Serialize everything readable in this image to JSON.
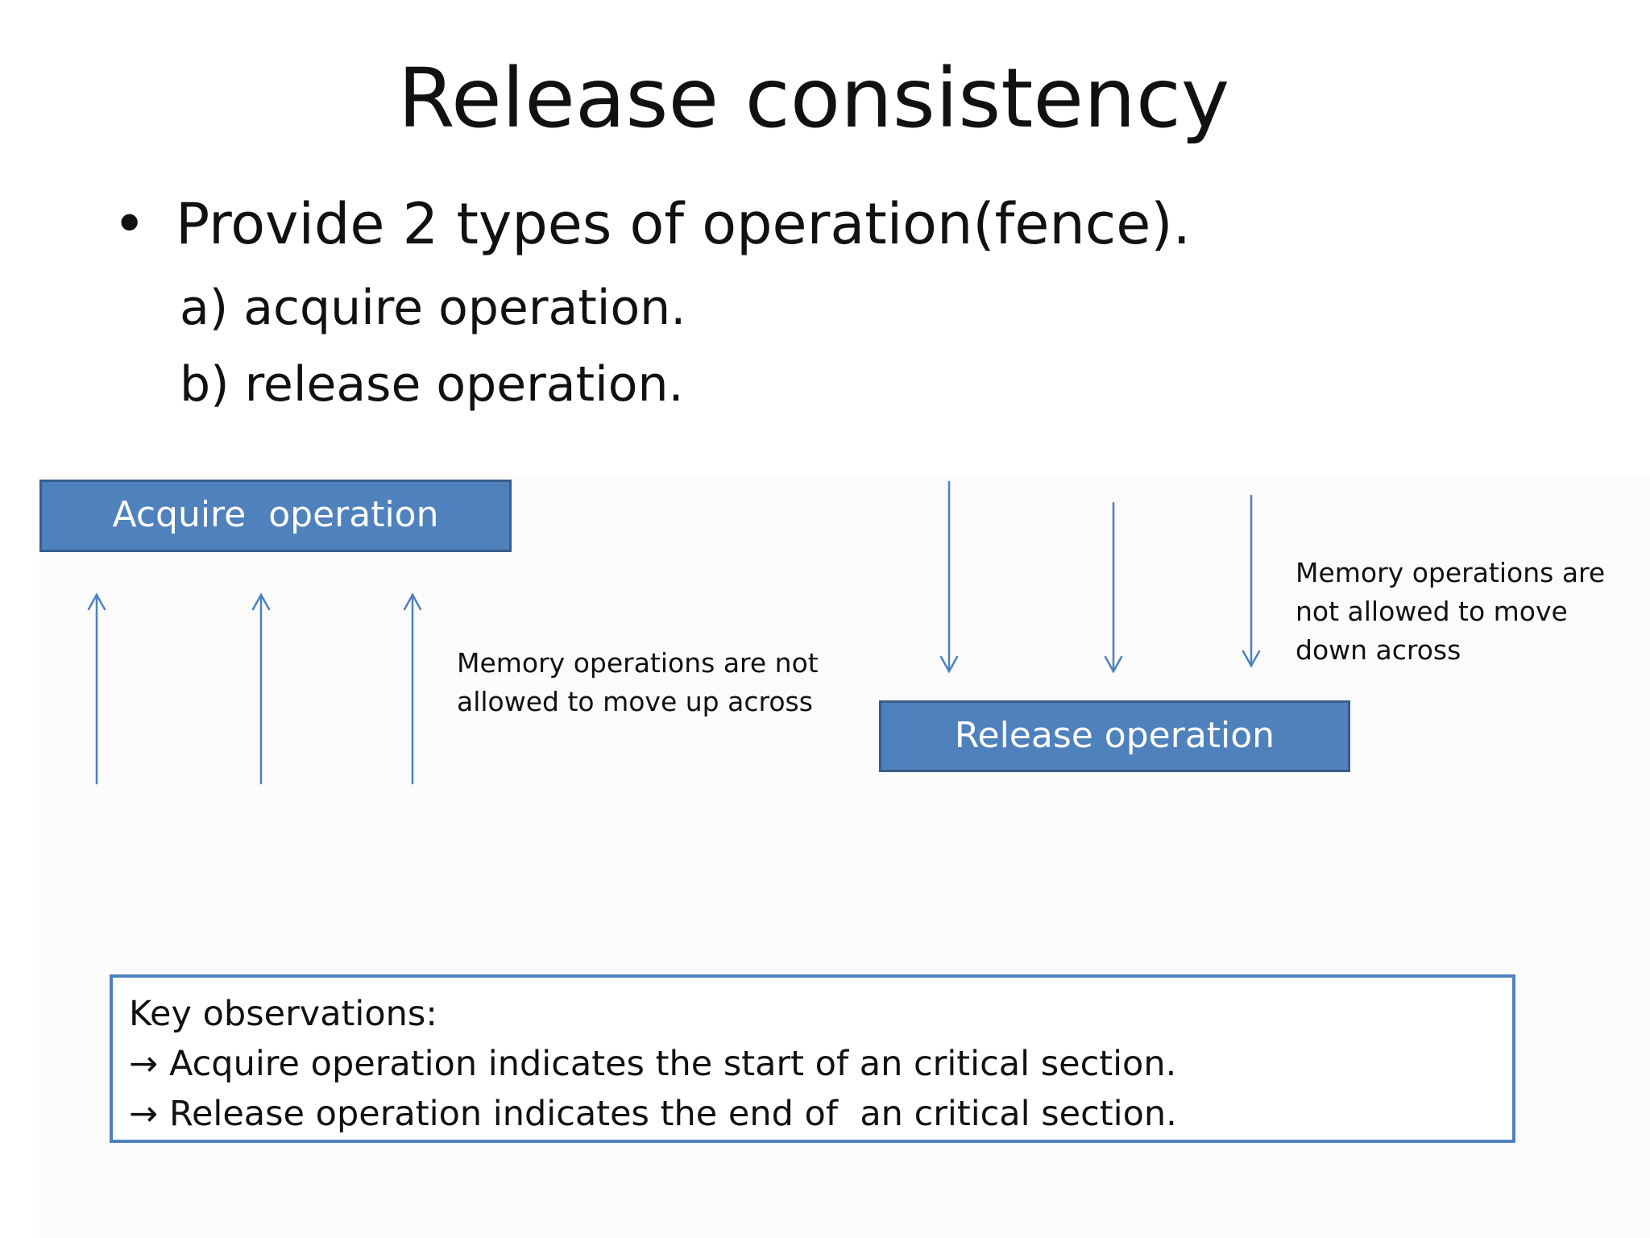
{
  "slide": {
    "title": "Release consistency",
    "bullet": {
      "symbol": "•",
      "text": "Provide 2 types of operation(fence)."
    },
    "sub_items": [
      "a) acquire operation.",
      "b) release operation."
    ]
  },
  "diagram": {
    "acquire_box_label": "Acquire  operation",
    "release_box_label": "Release operation",
    "acquire_note_lines": [
      "Memory operations are not",
      "allowed to move up across"
    ],
    "release_note_lines": [
      "Memory operations are",
      "not allowed to move",
      "down across"
    ]
  },
  "key_observations": {
    "heading": "Key observations:",
    "arrow_symbol": "→",
    "items": [
      "Acquire operation indicates the start of an critical section.",
      "Release operation indicates the end of  an critical section."
    ]
  },
  "colors": {
    "box_fill": "#4f81bd",
    "box_border": "#385d8a",
    "arrow": "#4f81bd",
    "text": "#111111"
  },
  "icons": {
    "up_arrow": "arrow-up-icon",
    "down_arrow": "arrow-down-icon"
  }
}
